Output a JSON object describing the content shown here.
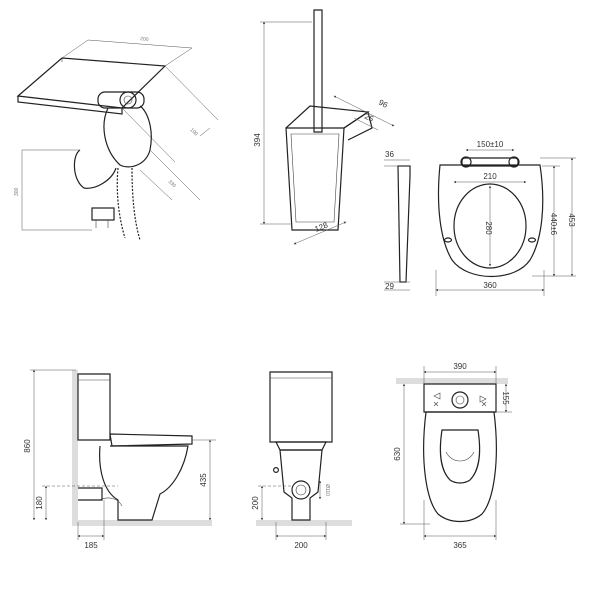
{
  "colors": {
    "line": "#222222",
    "dimension": "#555555",
    "wall": "#dddddd"
  },
  "hygienic_shower": {
    "dim_a": "200",
    "dim_b": "300",
    "dim_c": "330",
    "dim_d": "100"
  },
  "brush_holder": {
    "height": "394",
    "depth": "96",
    "wall_offset": "25",
    "width": "128"
  },
  "toilet_seat": {
    "hinge_distance": "150±10",
    "inner_width": "210",
    "inner_length": "280",
    "outer_width": "360",
    "length_inner": "440±6",
    "total_length": "453",
    "top_thickness": "36",
    "bottom_thickness": "29"
  },
  "side_view": {
    "height": "860",
    "seat_height": "435",
    "outlet_height": "180",
    "outlet_offset": "185"
  },
  "front_view": {
    "outlet_height": "200",
    "outlet_diameter": "Ø110",
    "base_width": "200"
  },
  "top_view": {
    "tank_width": "390",
    "tank_depth": "155",
    "length": "630",
    "bowl_width": "365"
  }
}
